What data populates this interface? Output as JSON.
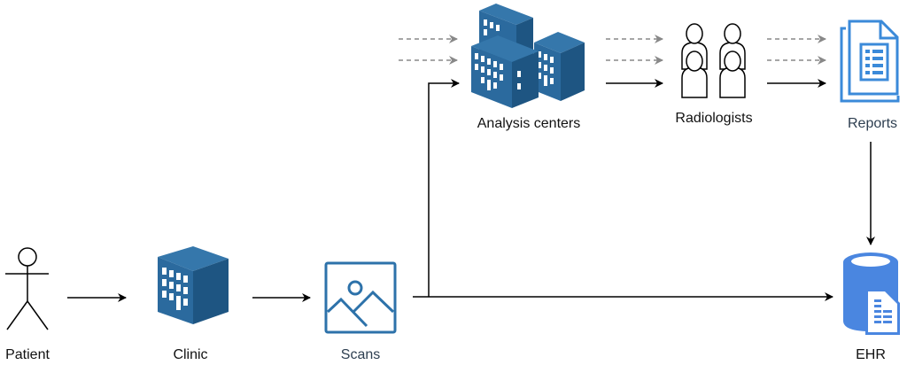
{
  "nodes": {
    "patient": {
      "label": "Patient",
      "icon": "stick-figure-icon"
    },
    "clinic": {
      "label": "Clinic",
      "icon": "building-icon"
    },
    "scans": {
      "label": "Scans",
      "icon": "image-icon"
    },
    "analysis_centers": {
      "label": "Analysis centers",
      "icon": "buildings-icon"
    },
    "radiologists": {
      "label": "Radiologists",
      "icon": "users-icon"
    },
    "reports": {
      "label": "Reports",
      "icon": "documents-icon"
    },
    "ehr": {
      "label": "EHR",
      "icon": "database-document-icon"
    }
  },
  "colors": {
    "building": "#2b6a9e",
    "building_dark": "#1e5582",
    "scans": "#2d72aa",
    "reports": "#3b8ad9",
    "ehr": "#4a86e0",
    "arrow": "#000000",
    "dashed_arrow": "#888888"
  }
}
